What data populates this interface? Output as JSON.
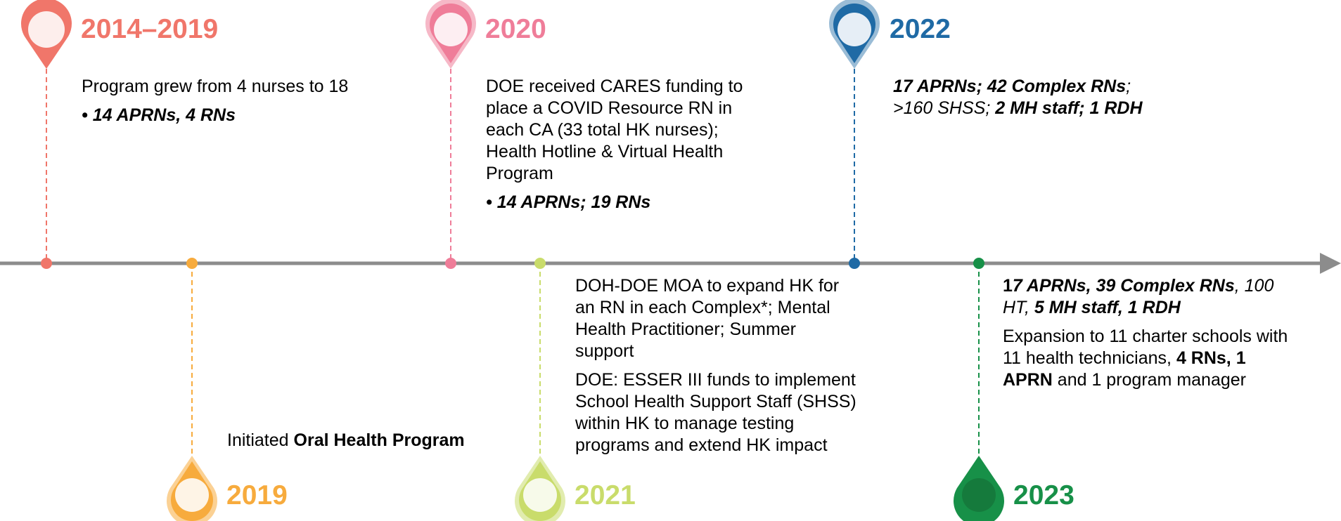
{
  "milestones": [
    {
      "year": "2014–2019",
      "color": "#f0766a",
      "inner": "#fdeeec",
      "lines": [
        "Program grew from 4 nurses to 18"
      ],
      "bullet": "• 14 APRNs, 4 RNs"
    },
    {
      "year": "2020",
      "color": "#ef7d99",
      "inner": "#fdeef2",
      "lines": [
        "DOE received CARES funding to",
        "place a COVID Resource RN in",
        "each CA (33 total HK nurses);",
        "Health Hotline & Virtual Health",
        "Program"
      ],
      "bullet": "• 14 APRNs; 19 RNs"
    },
    {
      "year": "2022",
      "color": "#1f6aa5",
      "inner": "#e6eef6",
      "line1": {
        "a": "17 APRNs; 42 Complex RNs",
        "b": ";"
      },
      "line2": {
        "a": ">160 SHSS; ",
        "b": "2 MH staff; 1 RDH"
      }
    },
    {
      "year": "2019",
      "color": "#f7ab3d",
      "inner": "#fef4e6",
      "pre": "Initiated ",
      "bold": "Oral Health Program"
    },
    {
      "year": "2021",
      "color": "#c9dc6b",
      "inner": "#f7faea",
      "para1": [
        "DOH-DOE MOA to expand HK for",
        "an RN in each Complex*; Mental",
        "Health Practitioner; Summer",
        "support"
      ],
      "para2": [
        "DOE: ESSER III funds to implement",
        "School Health Support Staff (SHSS)",
        "within HK to manage testing",
        "programs and extend HK impact"
      ]
    },
    {
      "year": "2023",
      "color": "#179048",
      "inner": "#157a3c",
      "h1": {
        "a": "1",
        "b": "7 APRNs, 39 Complex RNs",
        "c": ", 100"
      },
      "h2": {
        "a": "HT, ",
        "b": "5 MH staff, 1 RDH"
      },
      "p1": "Expansion to 11 charter schools with",
      "p2": {
        "a": "11 health technicians, ",
        "b": "4 RNs, 1"
      },
      "p3": {
        "a": "APRN",
        "b": " and 1 program manager"
      }
    }
  ],
  "axis_color": "#8c8c8c"
}
